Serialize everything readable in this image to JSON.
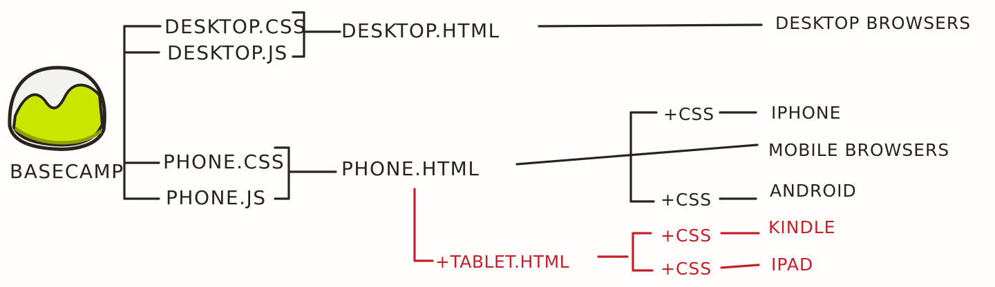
{
  "colors": {
    "ink": "#2a221c",
    "highlight": "#c4202a",
    "logo_fill": "#c8e600"
  },
  "root": {
    "label": "BASECAMP",
    "icon": "basecamp-mountain-logo"
  },
  "desktop": {
    "css": "DESKTOP.CSS",
    "js": "DESKTOP.JS",
    "html": "DESKTOP.HTML",
    "target": "DESKTOP BROWSERS"
  },
  "phone": {
    "css": "PHONE.CSS",
    "js": "PHONE.JS",
    "html": "PHONE.HTML",
    "iphone_css": "+CSS",
    "iphone": "IPHONE",
    "mobile": "MOBILE BROWSERS",
    "android_css": "+CSS",
    "android": "ANDROID"
  },
  "tablet": {
    "html": "+TABLET.HTML",
    "kindle_css": "+CSS",
    "kindle": "KINDLE",
    "ipad_css": "+CSS",
    "ipad": "IPAD"
  }
}
